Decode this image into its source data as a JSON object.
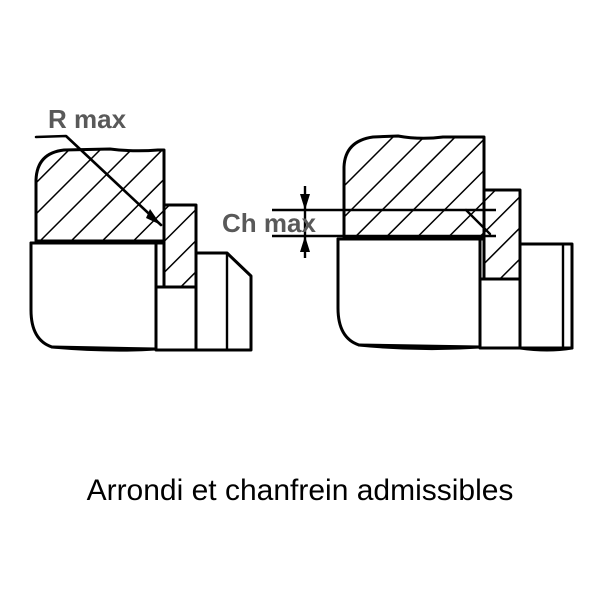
{
  "figure": {
    "title": "Arrondi et chanfrein admissibles",
    "caption": "Arrondi et chanfrein admissibles",
    "background_color": "#ffffff",
    "line_color": "#000000",
    "label_color": "#595959",
    "caption_color": "#000000"
  },
  "annotations": {
    "radius_label": "R max",
    "chamfer_label": "Ch max"
  },
  "diagrams": [
    {
      "id": "left-diagram",
      "name": "rounded-fillet-section",
      "annotation": "R max",
      "description": "Coupe montrant l'arrondi maximal admissible au raccordement",
      "feature": "arrondi"
    },
    {
      "id": "right-diagram",
      "name": "chamfer-section",
      "annotation": "Ch max",
      "description": "Coupe montrant le chanfrein maximal admissible au raccordement",
      "feature": "chanfrein"
    }
  ],
  "icons": {
    "leader_arrow": "arrow-down-right-icon",
    "dimension_arrow_up": "arrow-up-icon",
    "dimension_arrow_down": "arrow-down-icon"
  }
}
